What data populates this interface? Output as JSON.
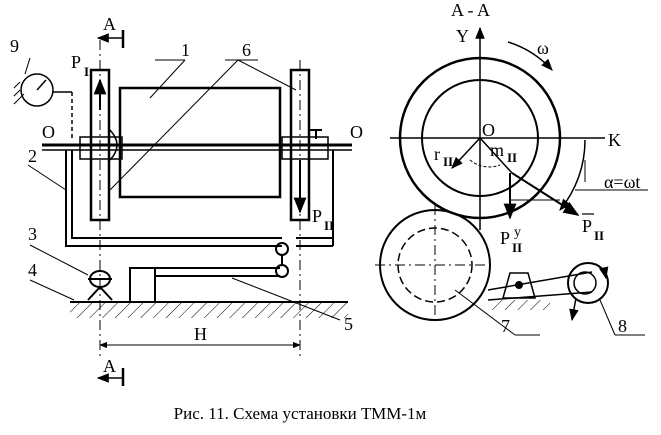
{
  "figure": {
    "caption": "Рис. 11. Схема установки ТММ-1м",
    "labels": {
      "section_top": "A - A",
      "section_mark_top": "A",
      "section_mark_bottom": "A",
      "axis_y": "Y",
      "axis_k": "K",
      "omega": "ω",
      "origin_o": "O",
      "axis_o_left": "O",
      "axis_o_right": "O",
      "dimension_h": "H",
      "p1_main": "P",
      "p1_sub": "I",
      "p2_main": "P",
      "p2_sub": "II",
      "r2_main": "r",
      "r2_sub": "II",
      "m2_main": "m",
      "m2_sub": "II",
      "py_main": "P",
      "py_sub": "II",
      "py_sup": "y",
      "pbar_main": "P",
      "pbar_sub": "II",
      "alpha_formula": "α=ωt"
    },
    "callouts": [
      "1",
      "2",
      "3",
      "4",
      "5",
      "6",
      "7",
      "8",
      "9"
    ]
  }
}
